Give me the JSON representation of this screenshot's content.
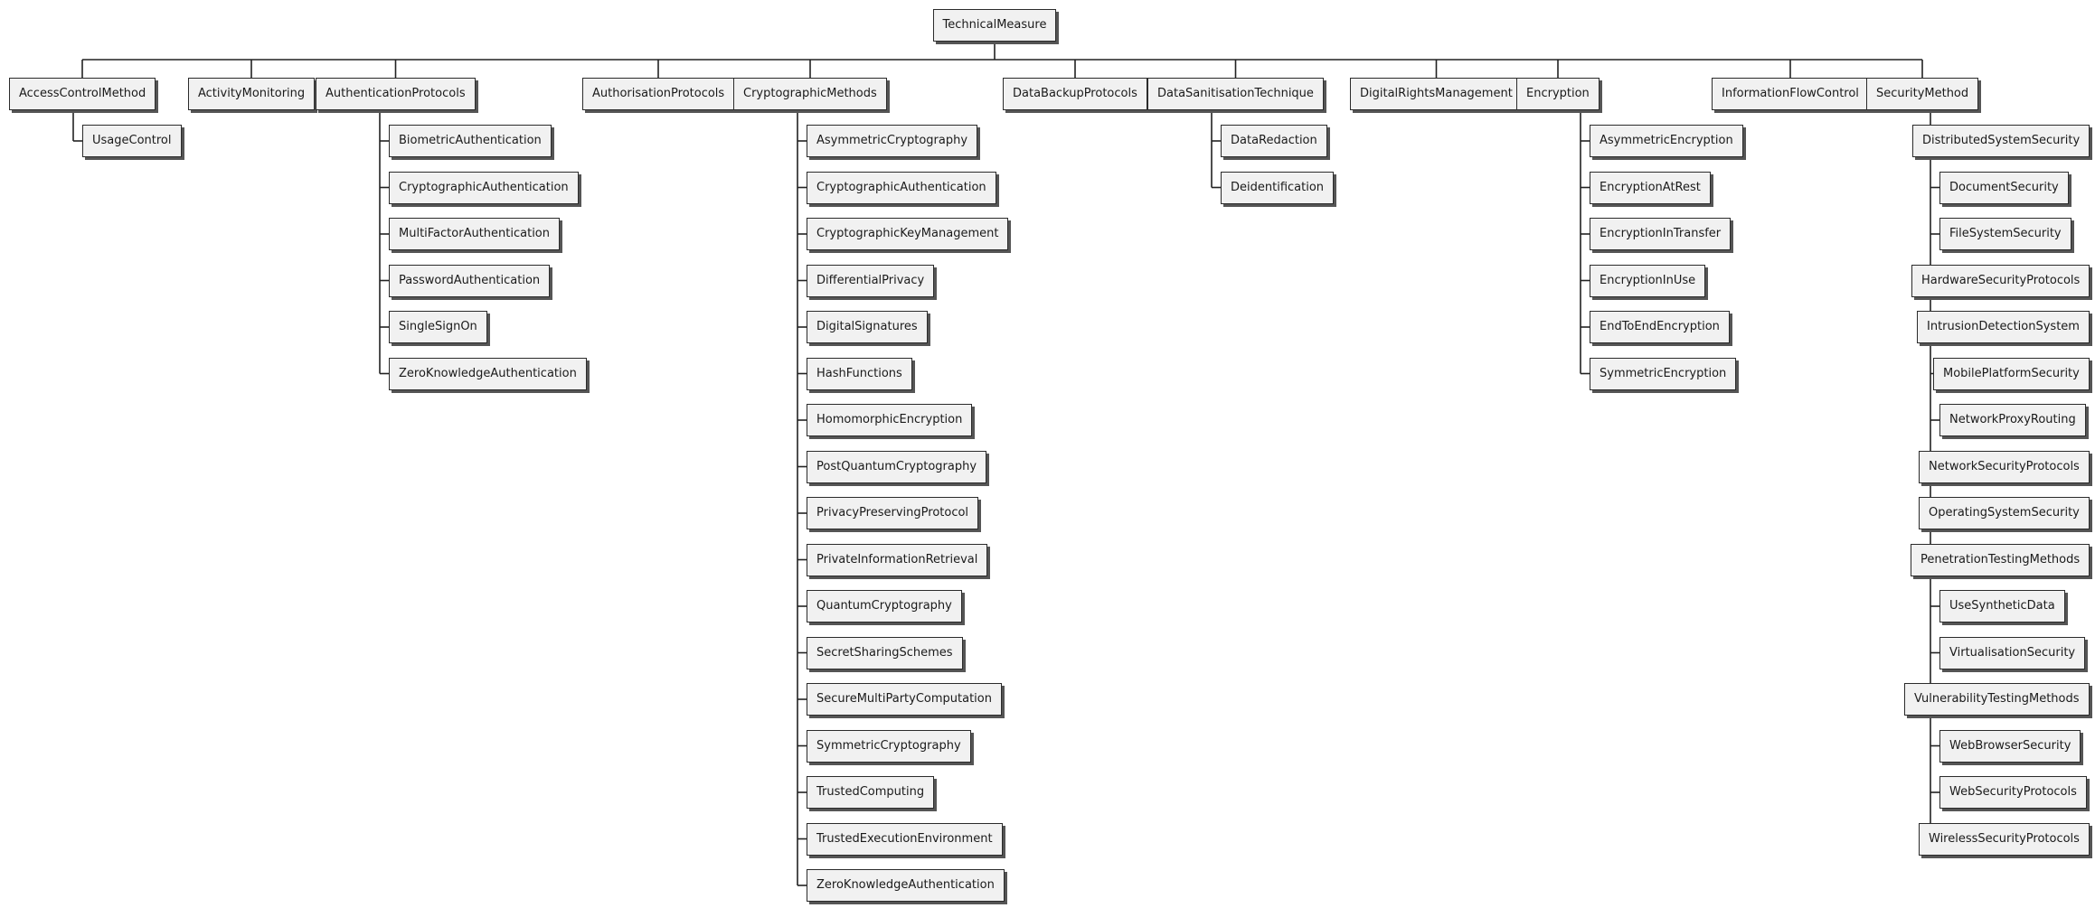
{
  "root": "TechnicalMeasure",
  "groups": [
    {
      "label": "AccessControlMethod",
      "children": [
        "UsageControl"
      ]
    },
    {
      "label": "ActivityMonitoring",
      "children": []
    },
    {
      "label": "AuthenticationProtocols",
      "children": [
        "BiometricAuthentication",
        "CryptographicAuthentication",
        "MultiFactorAuthentication",
        "PasswordAuthentication",
        "SingleSignOn",
        "ZeroKnowledgeAuthentication"
      ]
    },
    {
      "label": "AuthorisationProtocols",
      "children": []
    },
    {
      "label": "CryptographicMethods",
      "children": [
        "AsymmetricCryptography",
        "CryptographicAuthentication",
        "CryptographicKeyManagement",
        "DifferentialPrivacy",
        "DigitalSignatures",
        "HashFunctions",
        "HomomorphicEncryption",
        "PostQuantumCryptography",
        "PrivacyPreservingProtocol",
        "PrivateInformationRetrieval",
        "QuantumCryptography",
        "SecretSharingSchemes",
        "SecureMultiPartyComputation",
        "SymmetricCryptography",
        "TrustedComputing",
        "TrustedExecutionEnvironment",
        "ZeroKnowledgeAuthentication"
      ]
    },
    {
      "label": "DataBackupProtocols",
      "children": []
    },
    {
      "label": "DataSanitisationTechnique",
      "children": [
        "DataRedaction",
        "Deidentification"
      ]
    },
    {
      "label": "DigitalRightsManagement",
      "children": []
    },
    {
      "label": "Encryption",
      "children": [
        "AsymmetricEncryption",
        "EncryptionAtRest",
        "EncryptionInTransfer",
        "EncryptionInUse",
        "EndToEndEncryption",
        "SymmetricEncryption"
      ]
    },
    {
      "label": "InformationFlowControl",
      "children": []
    },
    {
      "label": "SecurityMethod",
      "children": [
        "DistributedSystemSecurity",
        "DocumentSecurity",
        "FileSystemSecurity",
        "HardwareSecurityProtocols",
        "IntrusionDetectionSystem",
        "MobilePlatformSecurity",
        "NetworkProxyRouting",
        "NetworkSecurityProtocols",
        "OperatingSystemSecurity",
        "PenetrationTestingMethods",
        "UseSyntheticData",
        "VirtualisationSecurity",
        "VulnerabilityTestingMethods",
        "WebBrowserSecurity",
        "WebSecurityProtocols",
        "WirelessSecurityProtocols"
      ]
    }
  ]
}
